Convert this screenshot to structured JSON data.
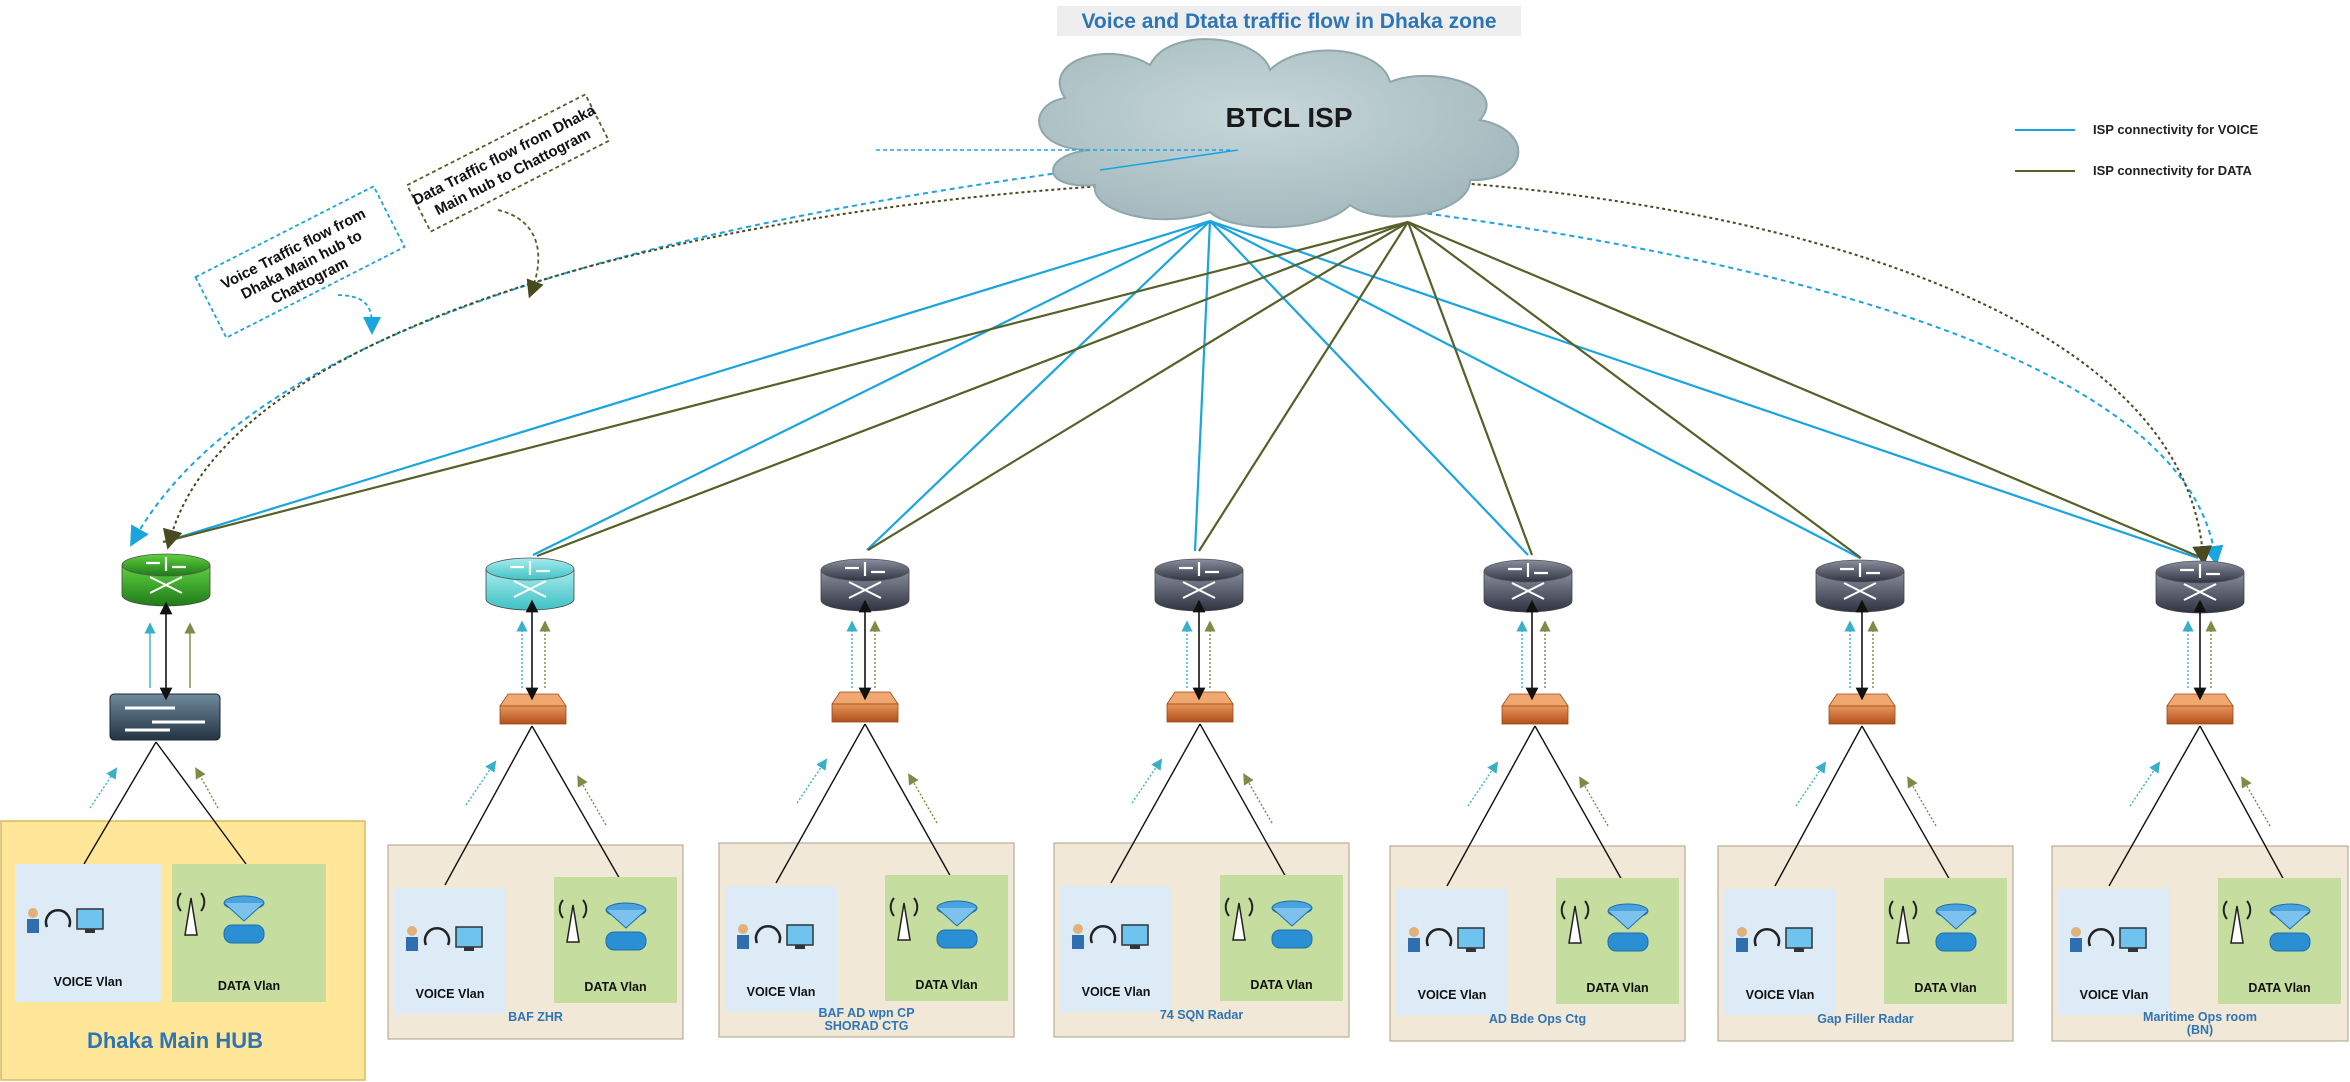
{
  "title": "Voice and Dtata traffic flow in Dhaka zone",
  "cloud": {
    "label": "BTCL ISP"
  },
  "legend": {
    "voice": {
      "label": "ISP connectivity for VOICE",
      "color": "#1aa5e0"
    },
    "data": {
      "label": "ISP connectivity for DATA",
      "color": "#56612a"
    }
  },
  "notes": {
    "voice_flow": [
      "Voice Traffic flow from",
      "Dhaka Main hub to",
      "Chattogram"
    ],
    "data_flow": [
      "Data Traffic flow from Dhaka",
      "Main hub to Chattogram"
    ]
  },
  "vlans": {
    "voice": "VOICE Vlan",
    "data": "DATA Vlan"
  },
  "hub": {
    "label": "Dhaka Main HUB"
  },
  "sites": [
    {
      "label": [
        "BAF ZHR"
      ]
    },
    {
      "label": [
        "BAF AD wpn CP",
        "SHORAD CTG"
      ]
    },
    {
      "label": [
        "74 SQN Radar"
      ]
    },
    {
      "label": [
        "AD Bde Ops Ctg"
      ]
    },
    {
      "label": [
        "Gap Filler Radar"
      ]
    },
    {
      "label": [
        "Maritime Ops room",
        "(BN)"
      ]
    }
  ],
  "icons": {
    "hub_router": "green-router-icon",
    "site1_router": "teal-router-icon",
    "router": "router-icon",
    "hub_switch": "layer3-switch-icon",
    "switch": "switch-icon",
    "phone": "ip-phone-icon",
    "headset": "headset-icon",
    "monitor": "monitor-icon",
    "antenna": "antenna-icon",
    "radar": "radar-dish-icon"
  }
}
